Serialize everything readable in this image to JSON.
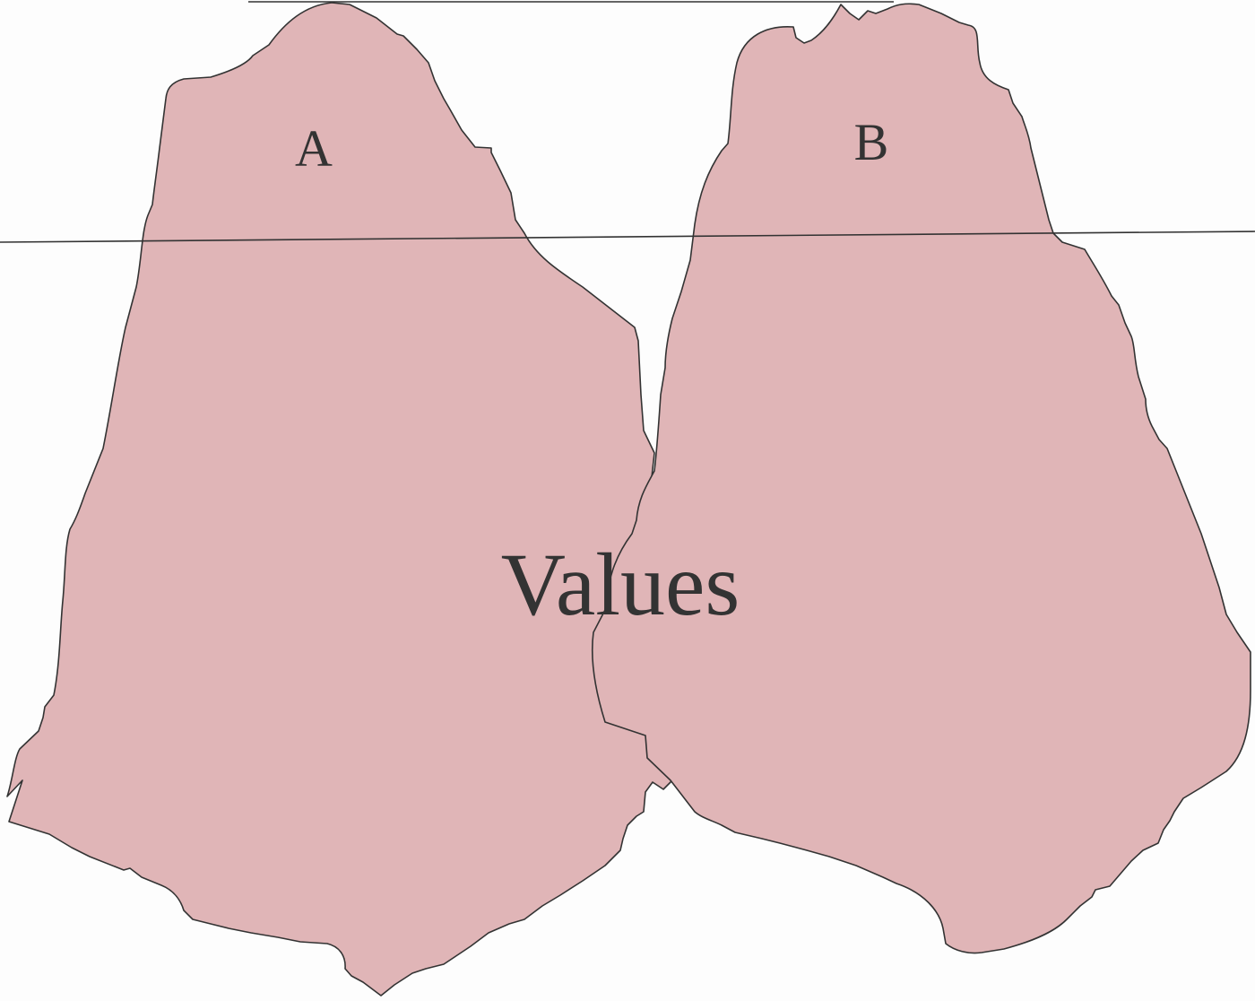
{
  "chart_data": {
    "type": "violin",
    "categories": [
      "A",
      "B"
    ],
    "ylabel": "Values",
    "fill_color": "#e0b5b7",
    "stroke_color": "#333333",
    "background": "#fdfdfd",
    "grid": false
  }
}
